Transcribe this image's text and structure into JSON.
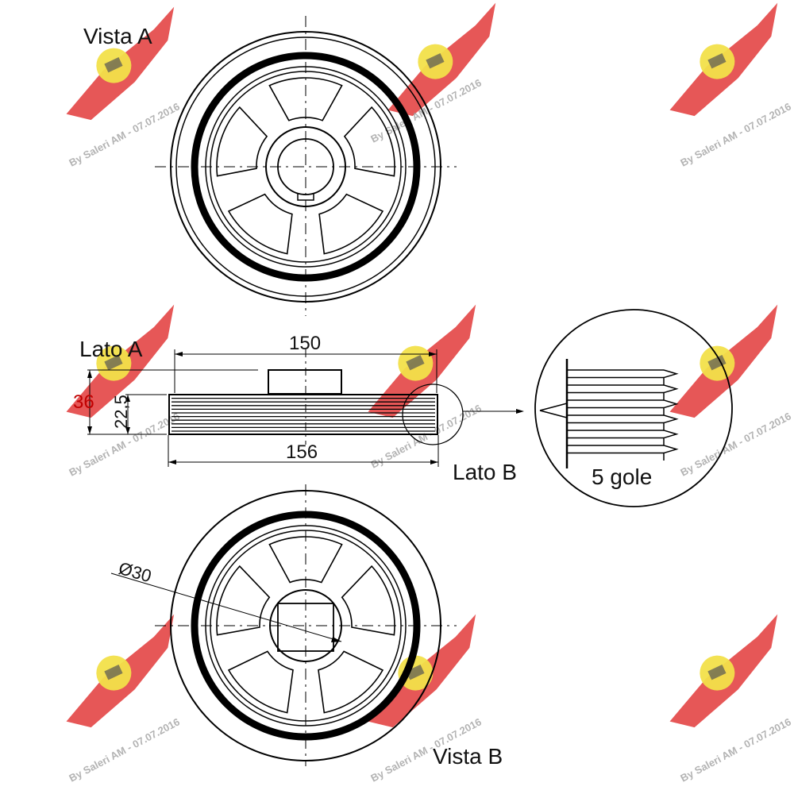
{
  "views": {
    "vista_a": "Vista A",
    "vista_b": "Vista B",
    "lato_a": "Lato A",
    "lato_b": "Lato B"
  },
  "dimensions": {
    "width_top": "150",
    "width_bottom": "156",
    "height_total": "36",
    "height_belt": "22,5",
    "bore_diameter": "Ø30"
  },
  "detail": {
    "grooves_label": "5 gole"
  },
  "watermark": {
    "text": "By Saleri AM - 07.07.2016",
    "logo_color": "#e23a3a",
    "badge_color": "#f2e04a"
  },
  "colors": {
    "line": "#000000",
    "accent_dimension": "#c00000"
  }
}
